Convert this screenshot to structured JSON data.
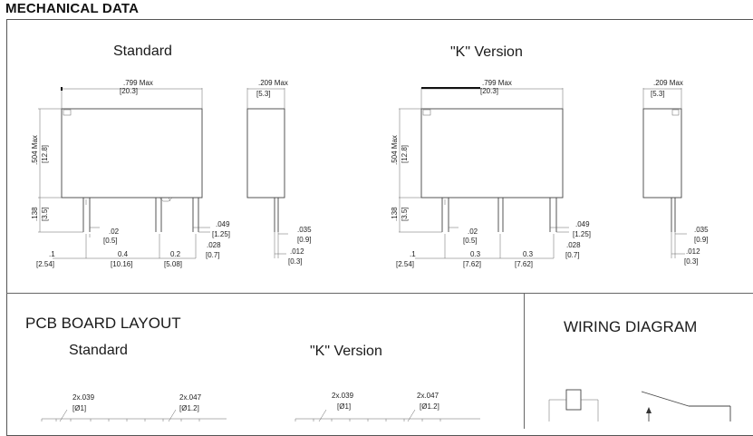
{
  "heading": "MECHANICAL DATA",
  "mechanical": {
    "standard": {
      "title": "Standard",
      "width_in": ".799 Max",
      "width_mm": "[20.3]",
      "height_in": ".504 Max",
      "height_mm": "[12.8]",
      "pin_len_in": ".138",
      "pin_len_mm": "[3.5]",
      "pitch1_in": ".1",
      "pitch1_mm": "[2.54]",
      "pin_w_in": ".02",
      "pin_w_mm": "[0.5]",
      "span_in": "0.4",
      "span_mm": "[10.16]",
      "span2_in": "0.2",
      "span2_mm": "[5.08]",
      "pin_dia_in": ".049",
      "pin_dia_mm": "[1.25]",
      "pin_t_in": ".028",
      "pin_t_mm": "[0.7]",
      "side_w_in": ".209 Max",
      "side_w_mm": "[5.3]",
      "side_pin_in": ".035",
      "side_pin_mm": "[0.9]",
      "side_pin2_in": ".012",
      "side_pin2_mm": "[0.3]"
    },
    "k_version": {
      "title": "\"K\" Version",
      "width_in": ".799 Max",
      "width_mm": "[20.3]",
      "height_in": ".504 Max",
      "height_mm": "[12.8]",
      "pin_len_in": ".138",
      "pin_len_mm": "[3.5]",
      "pitch1_in": ".1",
      "pitch1_mm": "[2.54]",
      "pin_w_in": ".02",
      "pin_w_mm": "[0.5]",
      "span_in": "0.3",
      "span_mm": "[7.62]",
      "span2_in": "0.3",
      "span2_mm": "[7.62]",
      "pin_dia_in": ".049",
      "pin_dia_mm": "[1.25]",
      "pin_t_in": ".028",
      "pin_t_mm": "[0.7]",
      "side_w_in": ".209 Max",
      "side_w_mm": "[5.3]",
      "side_pin_in": ".035",
      "side_pin_mm": "[0.9]",
      "side_pin2_in": ".012",
      "side_pin2_mm": "[0.3]"
    }
  },
  "pcb": {
    "title": "PCB BOARD LAYOUT",
    "standard": {
      "title": "Standard",
      "hole1_in": "2x.039",
      "hole1_mm": "[Ø1]",
      "hole2_in": "2x.047",
      "hole2_mm": "[Ø1.2]"
    },
    "k_version": {
      "title": "\"K\" Version",
      "hole1_in": "2x.039",
      "hole1_mm": "[Ø1]",
      "hole2_in": "2x.047",
      "hole2_mm": "[Ø1.2]"
    }
  },
  "wiring": {
    "title": "WIRING DIAGRAM"
  }
}
